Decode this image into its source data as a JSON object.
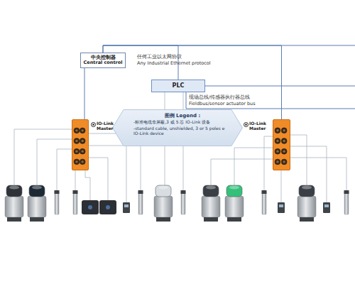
{
  "diagram": {
    "nodes": [
      {
        "text": [
          "中央控制器",
          "Central control"
        ]
      },
      {
        "text": [
          "PLC"
        ]
      },
      {
        "text": [
          "图例 Legend :",
          "-标准电缆非屏蔽,3 或 5 芯 IO-Link 设备",
          "-standard cable, unshielded, 3 or 5 poles e IO-Link device"
        ]
      },
      {
        "text": [
          "IO-Link Master"
        ]
      },
      {
        "text": [
          "IO-Link Master"
        ]
      }
    ],
    "edges": [
      {
        "from": 0,
        "to": 1,
        "arrow": "none"
      },
      {
        "from": 0,
        "to": 3,
        "arrow": "none"
      },
      {
        "from": 0,
        "to": 4,
        "arrow": "none"
      }
    ],
    "labels": [
      "任何工业以太网协议",
      "Any Industrial Ethernet protocol",
      "现场总线/传感器执行器总线",
      "Fieldbus/sensor actuator bus"
    ]
  }
}
